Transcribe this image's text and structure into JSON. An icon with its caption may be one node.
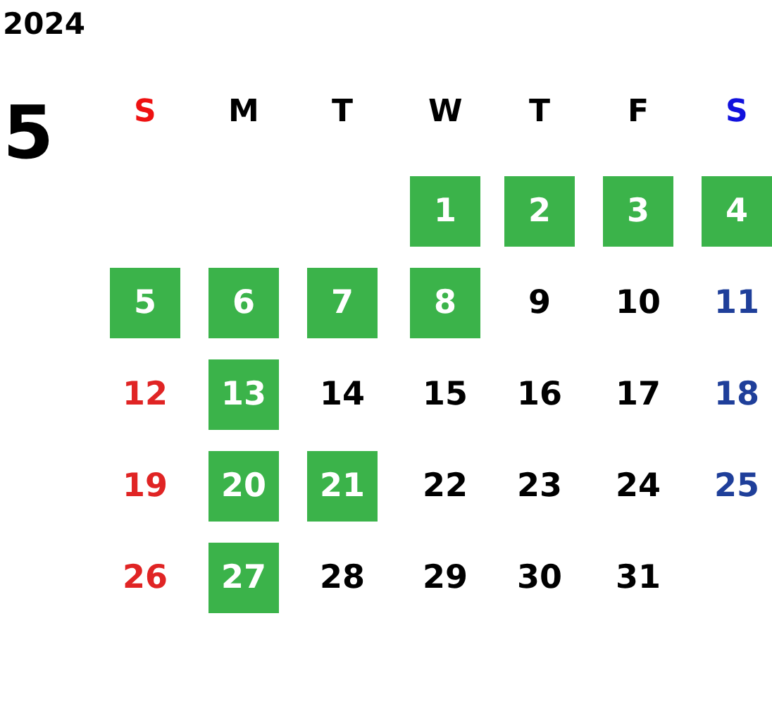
{
  "diagram": {
    "title": "2024",
    "nodes": [
      {
        "text": [
          "1"
        ]
      },
      {
        "text": [
          "2"
        ]
      },
      {
        "text": [
          "3"
        ]
      },
      {
        "text": [
          "4"
        ]
      },
      {
        "text": [
          "5"
        ]
      },
      {
        "text": [
          "6"
        ]
      },
      {
        "text": [
          "7"
        ]
      },
      {
        "text": [
          "8"
        ]
      },
      {
        "text": [
          "13"
        ]
      },
      {
        "text": [
          "20"
        ]
      },
      {
        "text": [
          "21"
        ]
      },
      {
        "text": [
          "27"
        ]
      }
    ],
    "labels": [
      "5",
      "S",
      "M",
      "T",
      "W",
      "T",
      "F",
      "S",
      "9",
      "10",
      "11",
      "12",
      "14",
      "15",
      "16",
      "17",
      "18",
      "19",
      "22",
      "23",
      "24",
      "25",
      "26",
      "28",
      "29",
      "30",
      "31"
    ]
  }
}
